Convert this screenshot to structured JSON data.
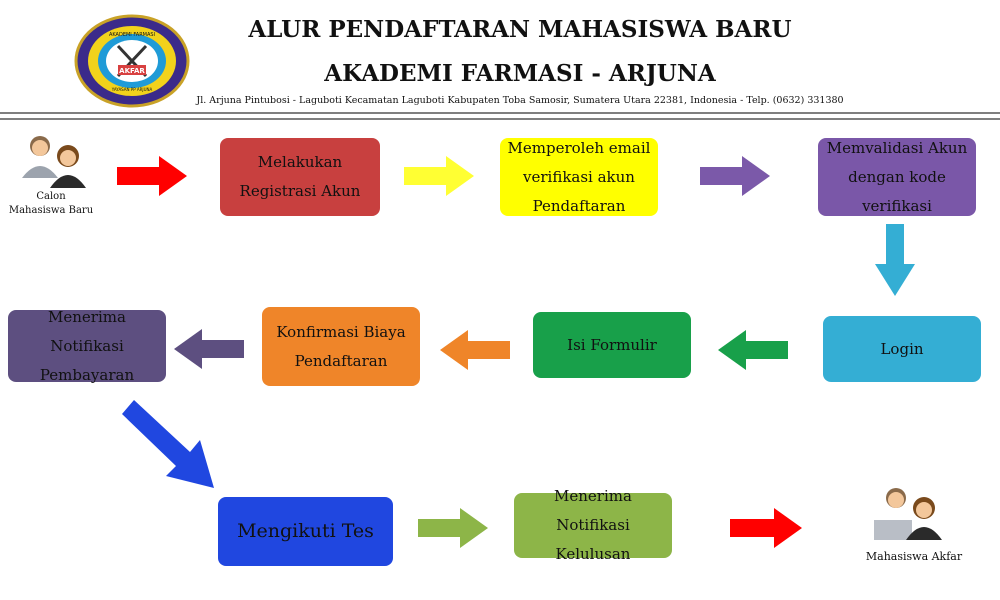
{
  "header": {
    "title_line1": "ALUR PENDAFTARAN MAHASISWA BARU",
    "title_line2": "AKADEMI FARMASI - ARJUNA",
    "address": "Jl. Arjuna Pintubosi - Laguboti Kecamatan Laguboti Kabupaten Toba Samosir, Sumatera Utara 22381, Indonesia - Telp. (0632) 331380"
  },
  "logo": {
    "text_top": "AKADEMI FARMASI",
    "text_center": "AKFAR",
    "text_bottom": "YAYASAN PP ARJUNA"
  },
  "start_actor": {
    "label": "Calon\nMahasiswa Baru",
    "label_line1": "Calon",
    "label_line2": "Mahasiswa Baru"
  },
  "end_actor": {
    "label": "Mahasiswa Akfar"
  },
  "steps": [
    {
      "label": "Melakukan Registrasi Akun",
      "line1": "Melakukan",
      "line2": "Registrasi Akun",
      "color": "#c8403f"
    },
    {
      "label": "Memperoleh email verifikasi akun Pendaftaran",
      "line1": "Memperoleh email",
      "line2": "verifikasi akun",
      "line3": "Pendaftaran",
      "color": "#ffff00"
    },
    {
      "label": "Memvalidasi Akun dengan kode verifikasi",
      "line1": "Memvalidasi Akun",
      "line2": "dengan kode",
      "line3": "verifikasi",
      "color": "#7a57a8"
    },
    {
      "label": "Login",
      "color": "#34aed4"
    },
    {
      "label": "Isi Formulir",
      "color": "#18a04a"
    },
    {
      "label": "Konfirmasi Biaya Pendaftaran",
      "line1": "Konfirmasi Biaya",
      "line2": "Pendaftaran",
      "color": "#ef8529"
    },
    {
      "label": "Menerima Notifikasi Pembayaran",
      "line1": "Menerima Notifikasi",
      "line2": "Pembayaran",
      "color": "#5d4f80"
    },
    {
      "label": "Mengikuti Tes",
      "color": "#2047e0"
    },
    {
      "label": "Menerima Notifikasi Kelulusan",
      "line1": "Menerima Notifikasi",
      "line2": "Kelulusan",
      "color": "#8db548"
    }
  ],
  "arrow_colors": {
    "a1": "#ff0000",
    "a2": "#ffff33",
    "a3": "#7b59a9",
    "a4": "#34aed4",
    "a5": "#18a04a",
    "a6": "#ef8529",
    "a7": "#5d4f80",
    "a8": "#2047e0",
    "a9": "#8db548",
    "a10": "#ff0000"
  }
}
